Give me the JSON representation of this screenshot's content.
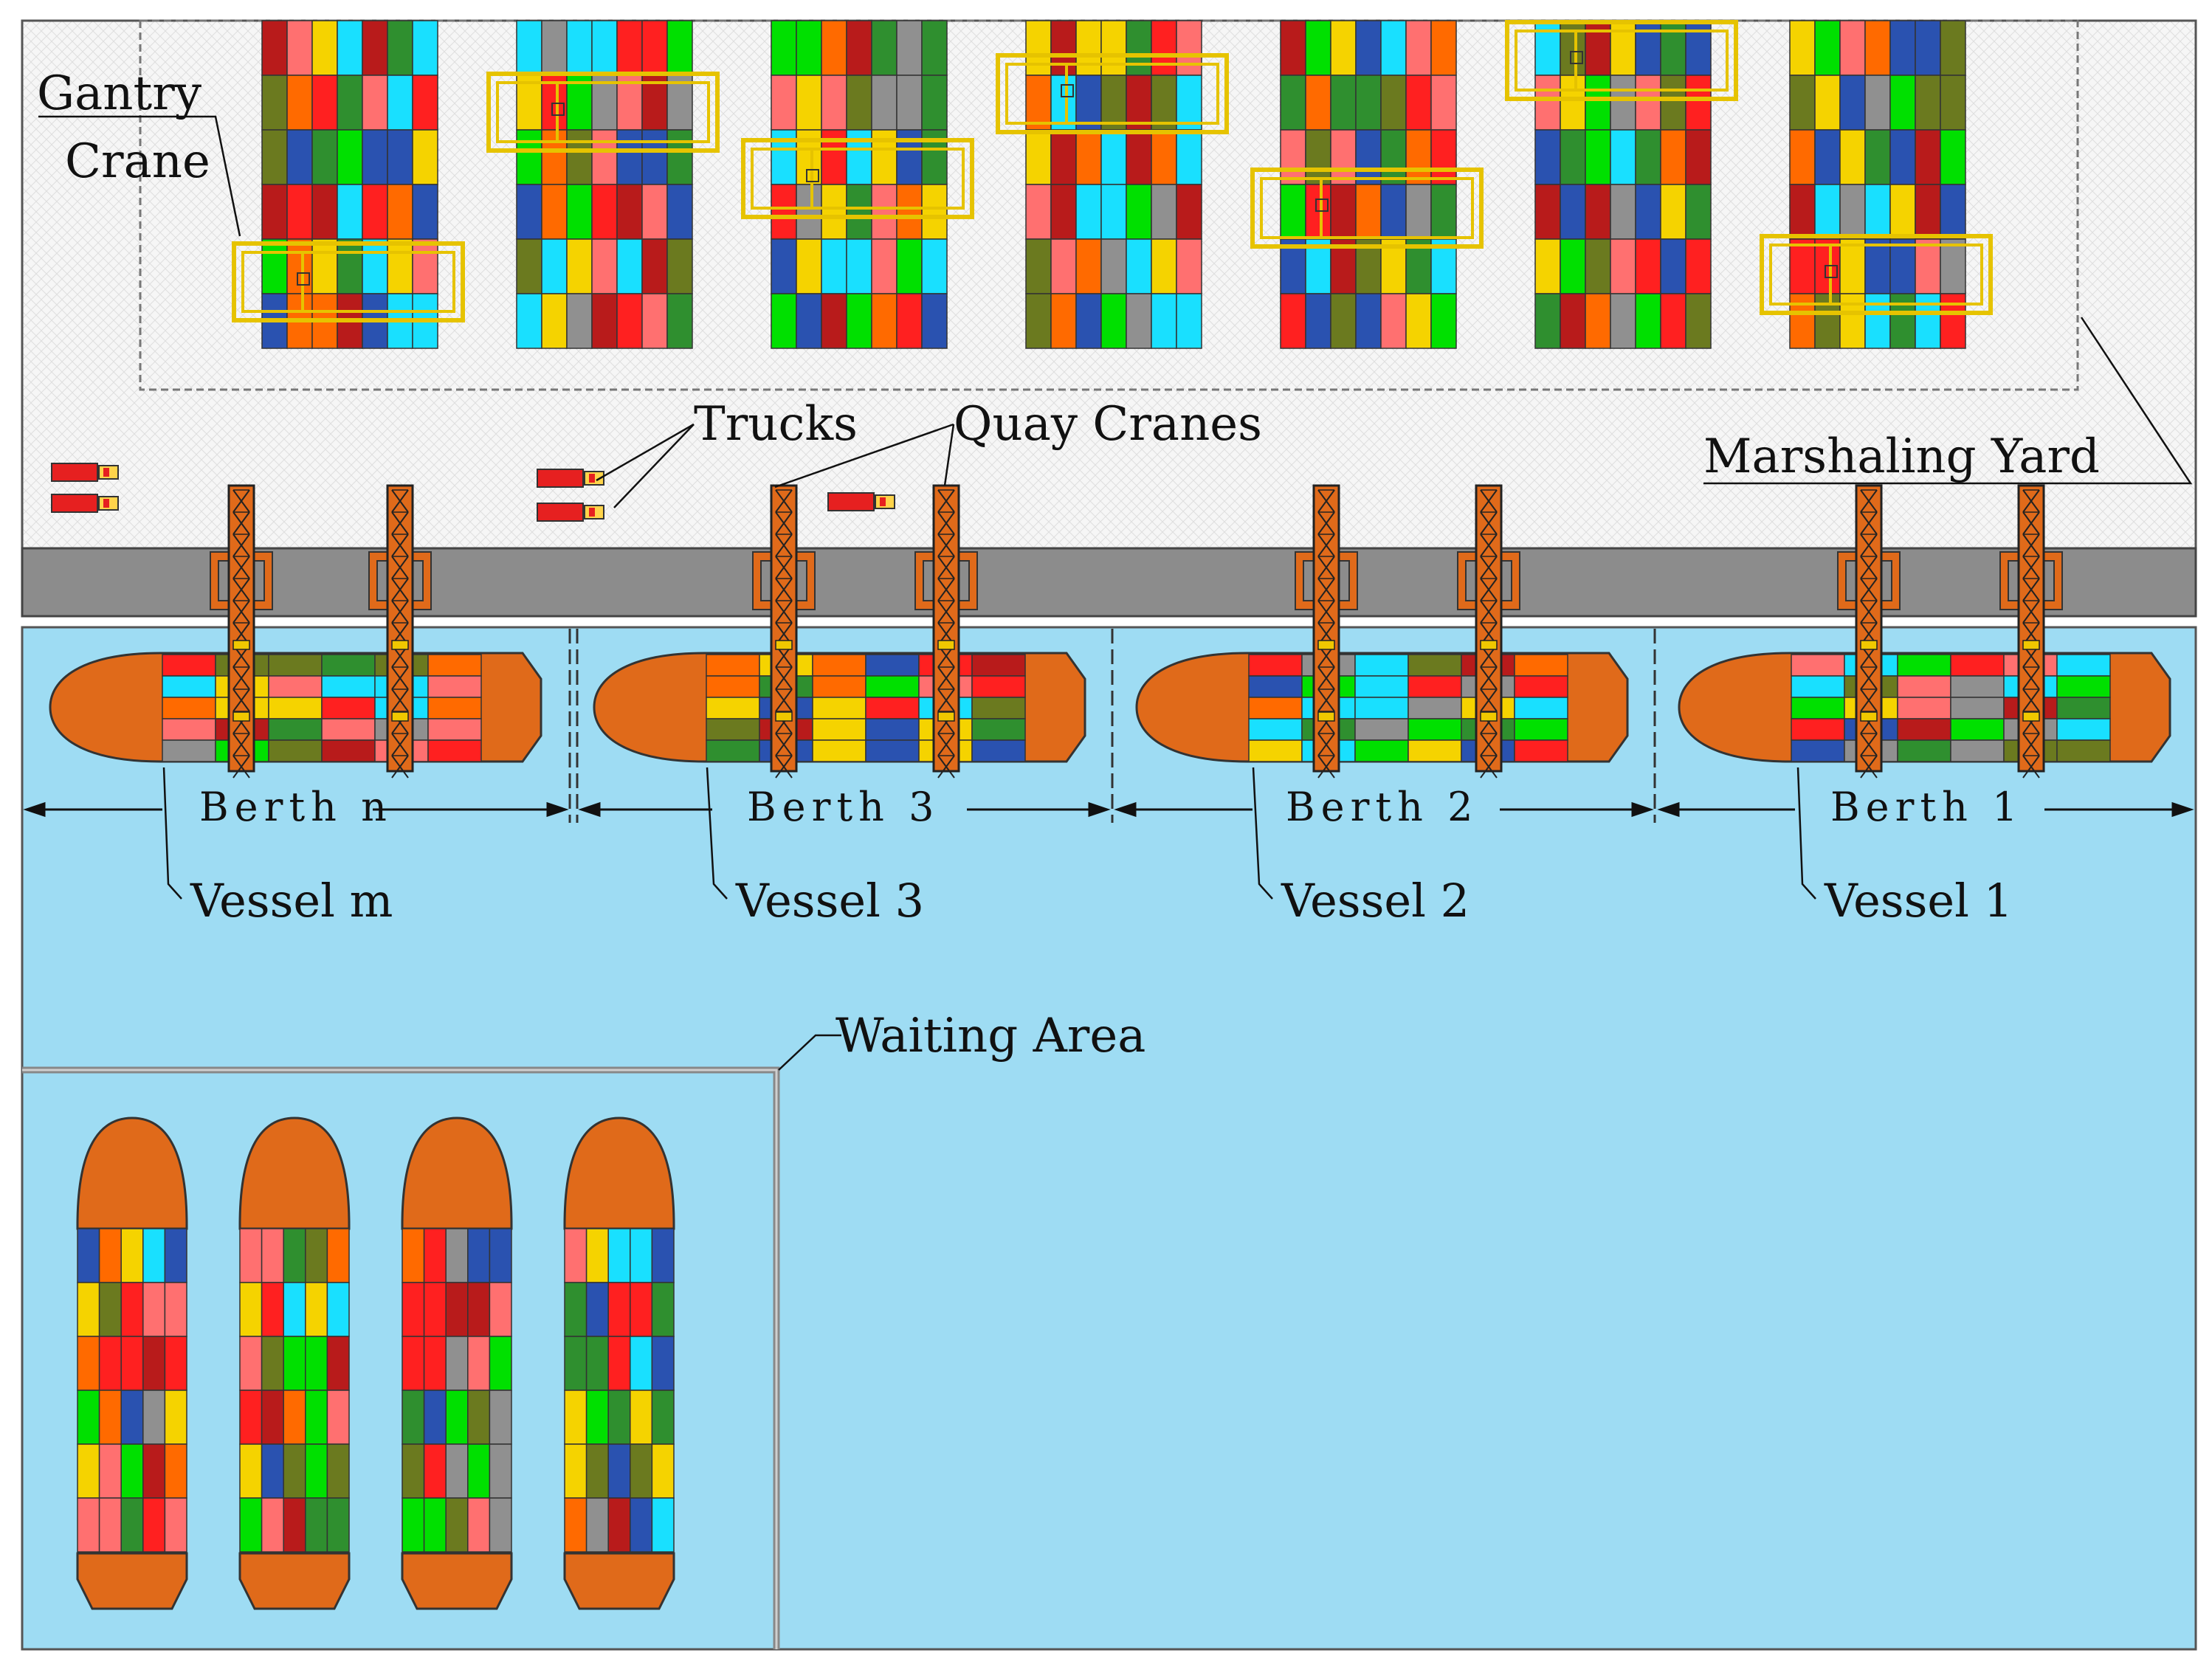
{
  "labels": {
    "gantry_crane_line1": "Gantry",
    "gantry_crane_line2": "Crane",
    "trucks": "Trucks",
    "quay_cranes": "Quay Cranes",
    "marshaling_yard": "Marshaling Yard",
    "waiting_area": "Waiting Area"
  },
  "berths": [
    {
      "label": "Berth n",
      "vessel": "Vessel m"
    },
    {
      "label": "Berth 3",
      "vessel": "Vessel 3"
    },
    {
      "label": "Berth 2",
      "vessel": "Vessel 2"
    },
    {
      "label": "Berth 1",
      "vessel": "Vessel 1"
    }
  ],
  "yard_blocks": 7,
  "waiting_vessels": 4,
  "colors": {
    "water": "#9edcf3",
    "land": "#f4f4f4",
    "quay": "#8c8c8c",
    "hull": "#e06a1a",
    "crane_frame": "#f0c800",
    "truck": "#e62020",
    "container_palette": [
      "#f5d300",
      "#2f8f2f",
      "#ff2020",
      "#2a52b0",
      "#19e0ff",
      "#6b7a1f",
      "#ff6a00",
      "#00e000",
      "#909090",
      "#b81b1b",
      "#ff7070"
    ]
  }
}
